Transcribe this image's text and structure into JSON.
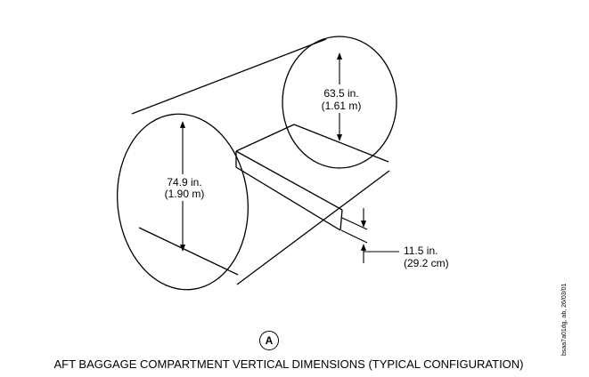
{
  "dimensions": {
    "aft_height": {
      "imperial": "63.5 in.",
      "metric": "(1.61 m)"
    },
    "fwd_height": {
      "imperial": "74.9 in.",
      "metric": "(1.90 m)"
    },
    "step_height": {
      "imperial": "11.5 in.",
      "metric": "(29.2 cm)"
    }
  },
  "view_letter": "A",
  "caption": "AFT BAGGAGE COMPARTMENT VERTICAL DIMENSIONS (TYPICAL CONFIGURATION)",
  "reference_id": "bsaa7a01dg, ab, 26/03/01"
}
